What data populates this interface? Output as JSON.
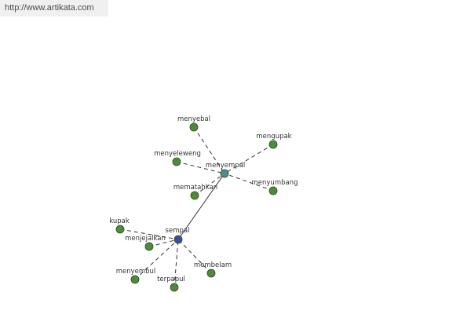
{
  "header": {
    "url": "http://www.artikata.com"
  },
  "colors": {
    "leaf_node": "#4f8a3a",
    "hub_node": "#4d8f8f",
    "root_node": "#3f4d9b",
    "node_stroke": "#2e4a22",
    "edge": "#333333"
  },
  "graph": {
    "hubs": [
      {
        "id": "menyempal",
        "label": "menyempal",
        "color": "hub"
      },
      {
        "id": "sempal",
        "label": "sempal",
        "color": "root"
      }
    ],
    "leaves": [
      {
        "id": "menyebal",
        "label": "menyebal",
        "hub": "menyempal"
      },
      {
        "id": "mengupak",
        "label": "mengupak",
        "hub": "menyempal"
      },
      {
        "id": "menyeleweng",
        "label": "menyeleweng",
        "hub": "menyempal"
      },
      {
        "id": "menyumbang",
        "label": "menyumbang",
        "hub": "menyempal"
      },
      {
        "id": "mematahkan",
        "label": "mematahkan",
        "hub": "menyempal"
      },
      {
        "id": "kupak",
        "label": "kupak",
        "hub": "sempal"
      },
      {
        "id": "menjejalkan",
        "label": "menjejalkan",
        "hub": "sempal"
      },
      {
        "id": "menyembul",
        "label": "menyembul",
        "hub": "sempal"
      },
      {
        "id": "terpapul",
        "label": "terpapul",
        "hub": "sempal"
      },
      {
        "id": "membelam",
        "label": "membelam",
        "hub": "sempal"
      }
    ],
    "solid_edges": [
      [
        "menyempal",
        "sempal"
      ]
    ]
  }
}
